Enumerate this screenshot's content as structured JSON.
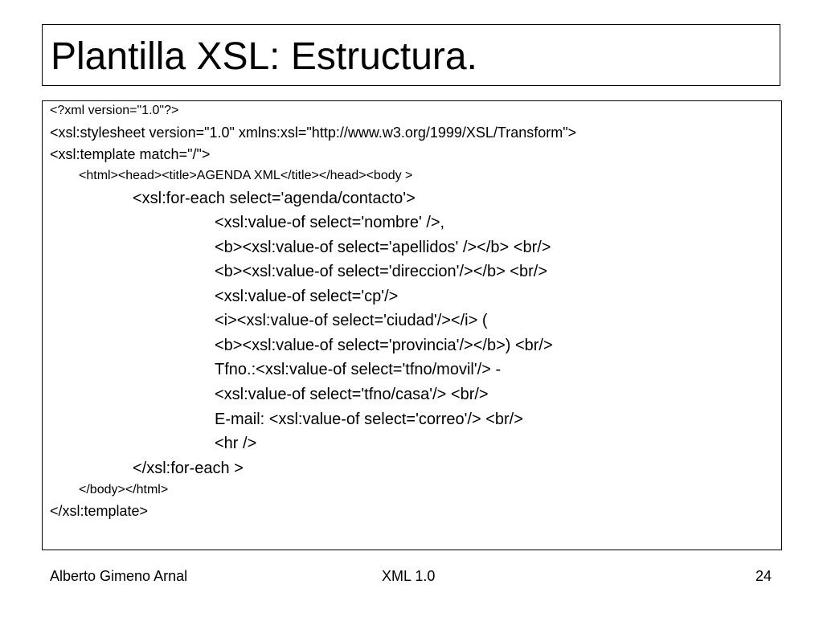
{
  "slide": {
    "title": "Plantilla XSL: Estructura.",
    "code_lines": [
      "<?xml version=\"1.0\"?>",
      "<xsl:stylesheet version=\"1.0\" xmlns:xsl=\"http://www.w3.org/1999/XSL/Transform\">",
      "<xsl:template match=\"/\">",
      "<html><head><title>AGENDA XML</title></head><body >",
      "<xsl:for-each select='agenda/contacto'>",
      "<xsl:value-of select='nombre' />,",
      "<b><xsl:value-of select='apellidos' /></b> <br/>",
      "<b><xsl:value-of select='direccion'/></b> <br/>",
      "<xsl:value-of select='cp'/>",
      "<i><xsl:value-of select='ciudad'/></i> (",
      "<b><xsl:value-of select='provincia'/></b>) <br/>",
      "Tfno.:<xsl:value-of select='tfno/movil'/> -",
      "<xsl:value-of select='tfno/casa'/> <br/>",
      "E-mail: <xsl:value-of select='correo'/> <br/>",
      "<hr />",
      "</xsl:for-each >",
      "</body></html>",
      "</xsl:template>"
    ]
  },
  "footer": {
    "author": "Alberto Gimeno Arnal",
    "topic": "XML 1.0",
    "page_number": "24"
  }
}
